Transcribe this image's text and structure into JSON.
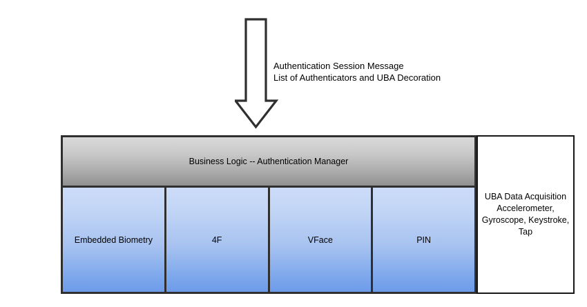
{
  "diagram": {
    "flow_arrow": {
      "icon": "down-arrow-icon",
      "direction": "down",
      "label_lines": [
        "Authentication Session Message",
        "List of Authenticators and UBA Decoration"
      ]
    },
    "business_logic": {
      "label": "Business Logic -- Authentication Manager"
    },
    "authenticators": [
      {
        "label": "Embedded Biometry"
      },
      {
        "label": "4F"
      },
      {
        "label": "VFace"
      },
      {
        "label": "PIN"
      }
    ],
    "uba_panel": {
      "label_lines": [
        "UBA Data Acquisition",
        "Accelerometer,",
        "Gyroscope, Keystroke,",
        "Tap"
      ]
    },
    "colors": {
      "stroke": "#2f2f2f",
      "panel_stroke": "#161616",
      "header_gradient_top": "#d9d9d9",
      "header_gradient_bottom": "#909090",
      "authenticator_gradient_top": "#ccdcf8",
      "authenticator_gradient_bottom": "#6d9be9",
      "panel_background": "#ffffff",
      "text": "#000000"
    }
  }
}
